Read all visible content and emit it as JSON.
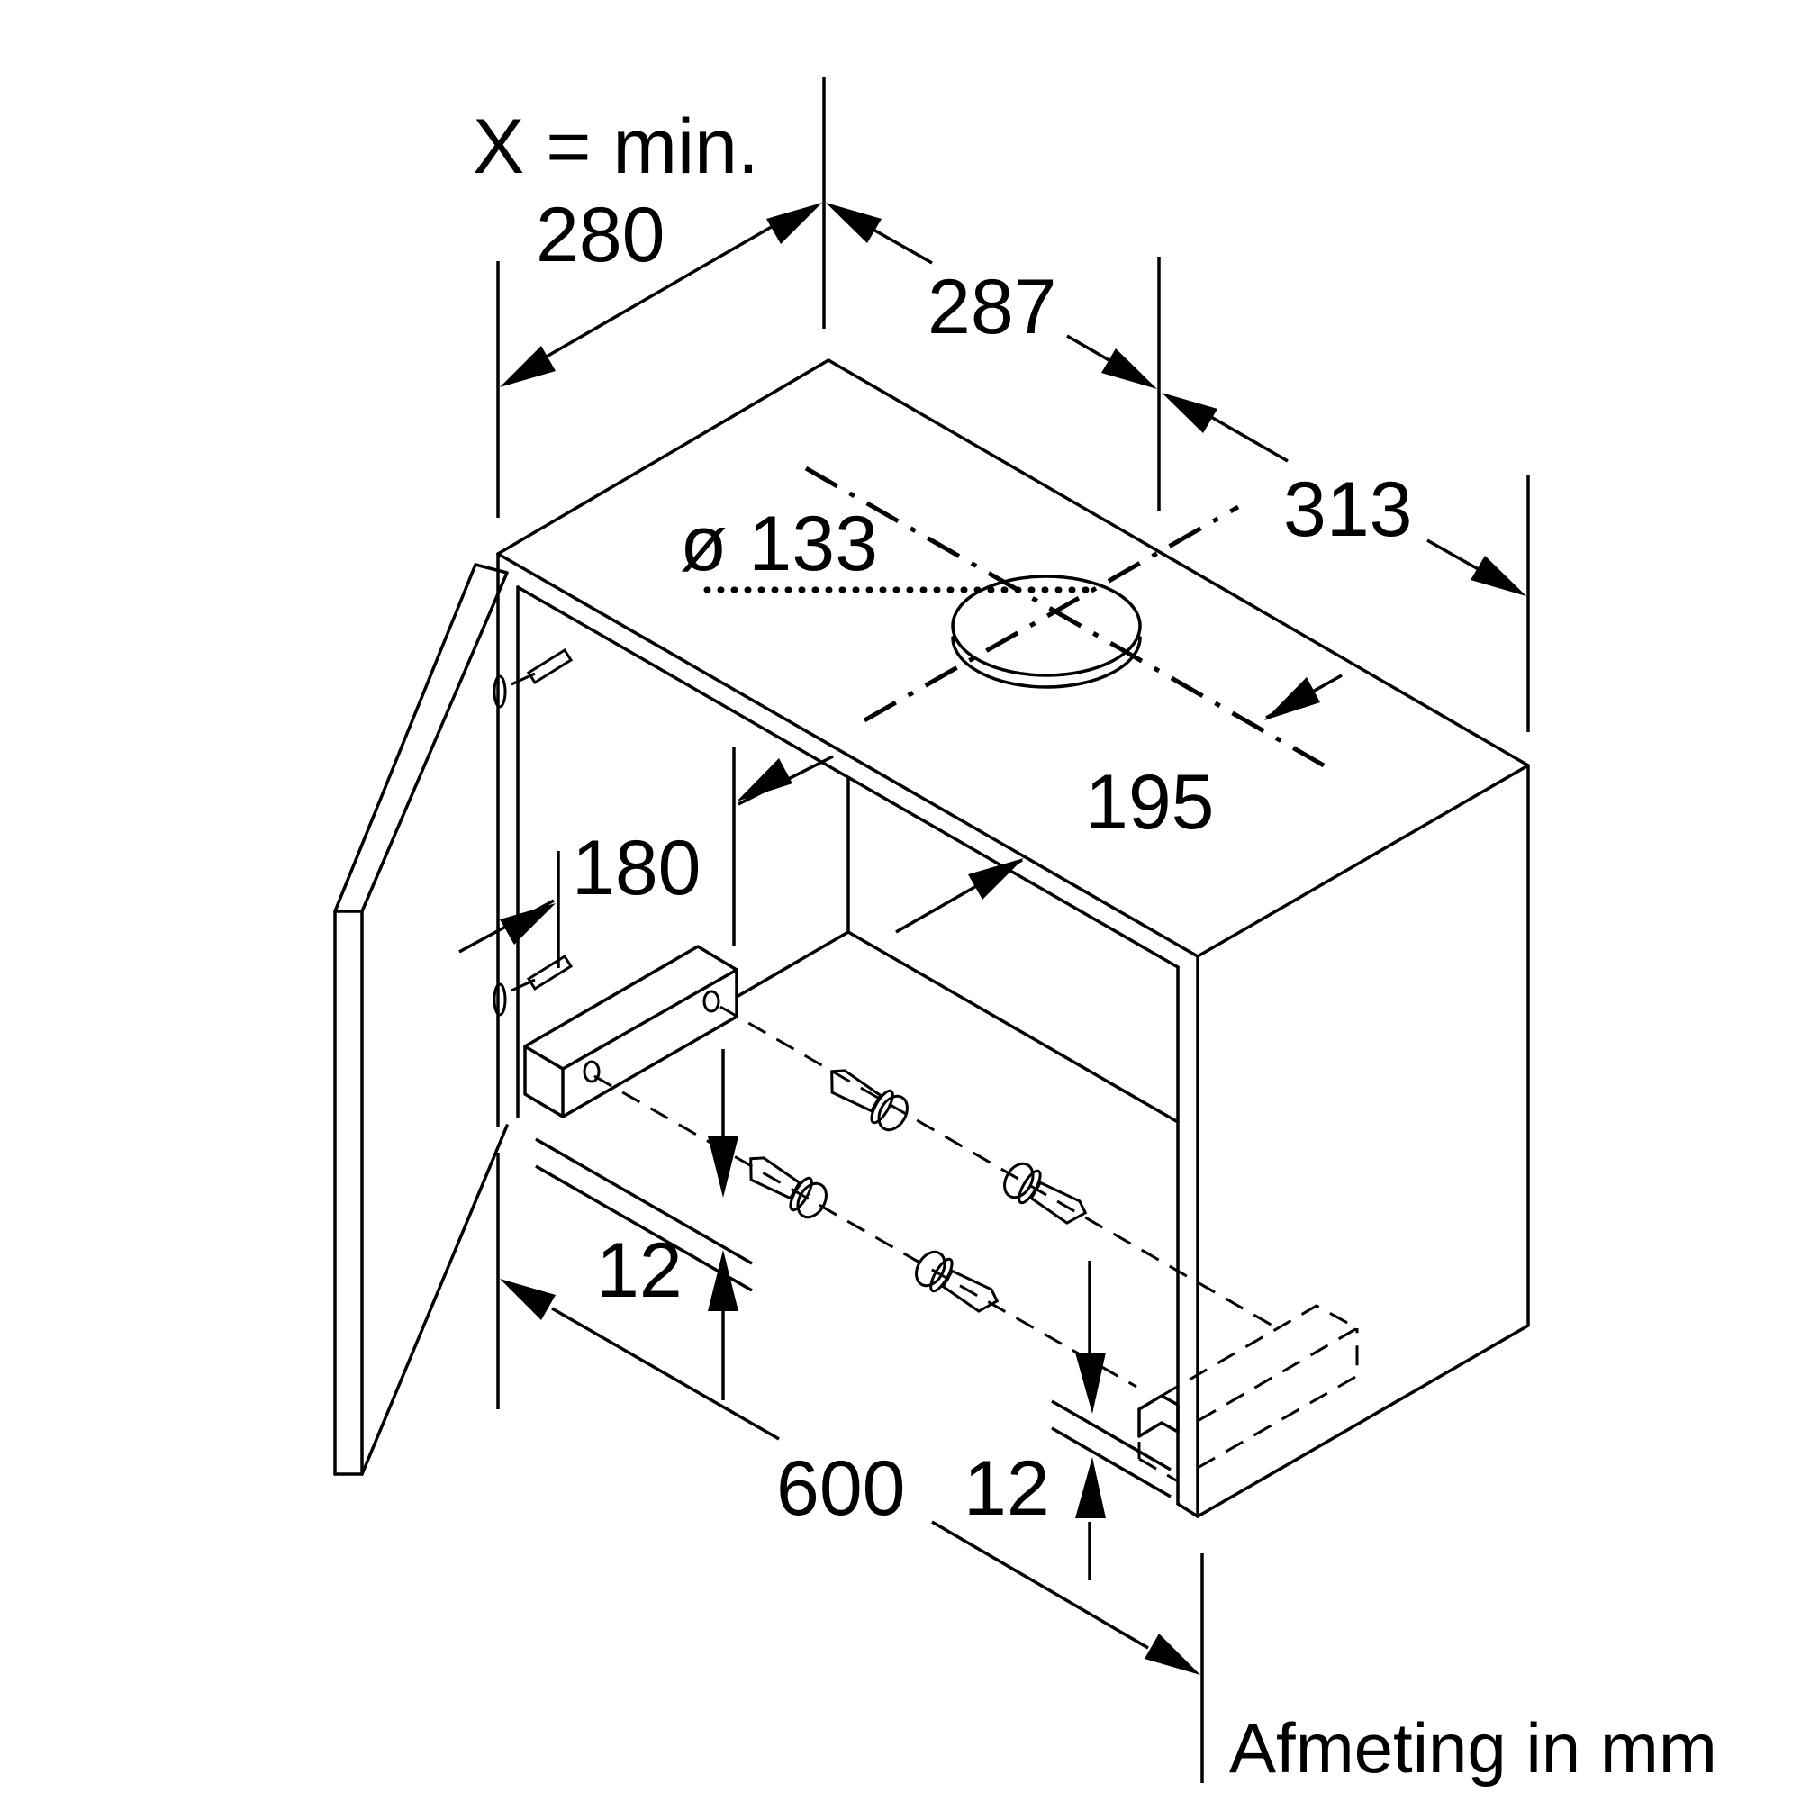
{
  "labels": {
    "x_min": "X = min.",
    "d280": "280",
    "d287": "287",
    "d313": "313",
    "d133": "ø 133",
    "d195": "195",
    "d180": "180",
    "d12_left": "12",
    "d600": "600",
    "d12_right": "12"
  },
  "caption": "Afmeting in mm"
}
